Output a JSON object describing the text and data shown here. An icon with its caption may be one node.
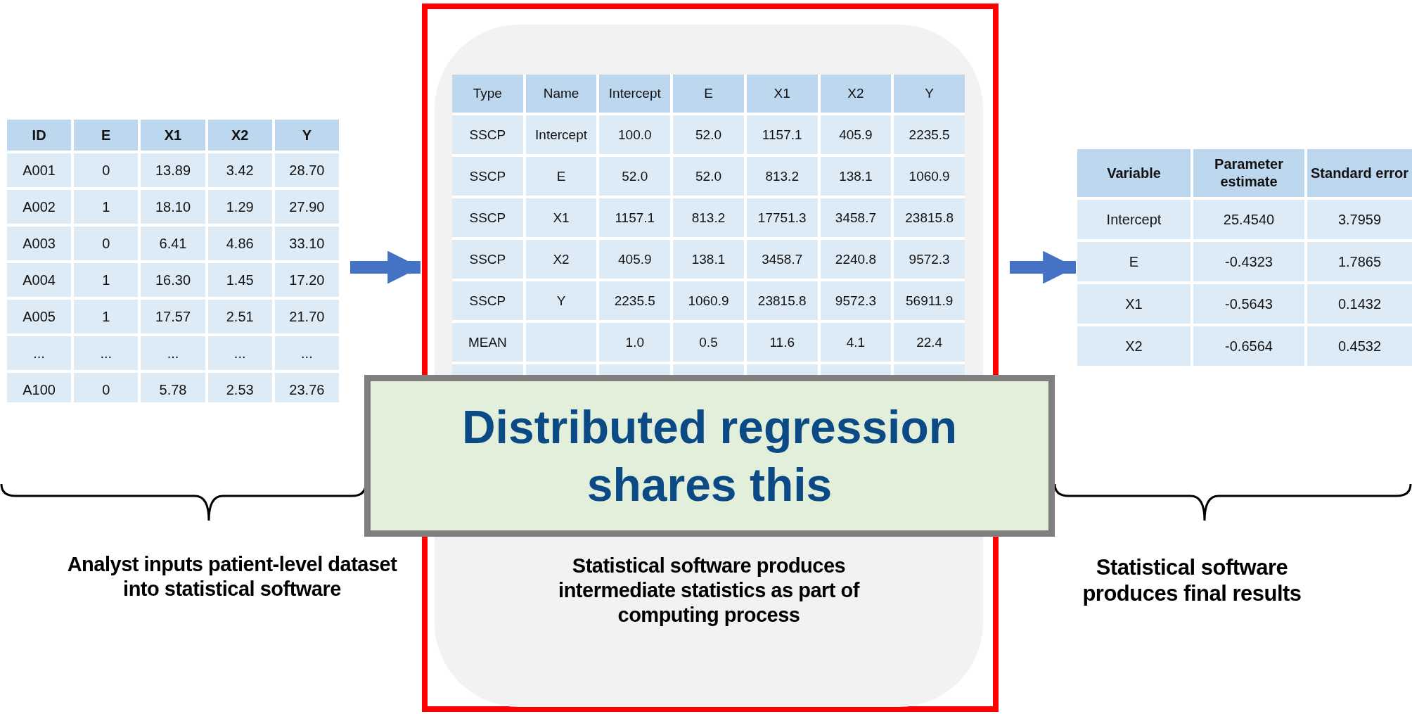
{
  "diagram": {
    "nodes": [
      {
        "text": [],
        "shape": "box"
      },
      {
        "text": [],
        "shape": "box"
      },
      {
        "text": [
          "Statistical software produces intermediate statistics as part of computing process"
        ],
        "in": 1
      },
      {
        "text": [],
        "shape": "box",
        "in": 2
      },
      {
        "text": [
          "Distributed regression shares this"
        ]
      },
      {
        "text": [],
        "shape": "box"
      }
    ],
    "edges": [
      {
        "from": 0,
        "to": 1,
        "arrow": "to"
      },
      {
        "from": 1,
        "to": 5,
        "arrow": "to"
      }
    ],
    "labels": [
      "ID",
      "E",
      "X1",
      "X2",
      "Y",
      "A001",
      "0",
      "13.89",
      "3.42",
      "28.70",
      "A002",
      "1",
      "18.10",
      "1.29",
      "27.90",
      "A003",
      "0",
      "6.41",
      "4.86",
      "33.10",
      "A004",
      "1",
      "16.30",
      "1.45",
      "17.20",
      "A005",
      "1",
      "17.57",
      "2.51",
      "21.70",
      "...",
      "...",
      "...",
      "...",
      "...",
      "A100",
      "0",
      "5.78",
      "2.53",
      "23.76",
      "Type",
      "Name",
      "Intercept",
      "E",
      "X1",
      "X2",
      "Y",
      "SSCP",
      "Intercept",
      "100.0",
      "52.0",
      "1157.1",
      "405.9",
      "2235.5",
      "SSCP",
      "E",
      "52.0",
      "52.0",
      "813.2",
      "138.1",
      "1060.9",
      "SSCP",
      "X1",
      "1157.1",
      "813.2",
      "17751.3",
      "3458.7",
      "23815.8",
      "SSCP",
      "X2",
      "405.9",
      "138.1",
      "3458.7",
      "2240.8",
      "9572.3",
      "SSCP",
      "Y",
      "2235.5",
      "1060.9",
      "23815.8",
      "9572.3",
      "56911.9",
      "MEAN",
      "1.0",
      "0.5",
      "11.6",
      "4.1",
      "22.4",
      "Variable",
      "Parameter estimate",
      "Standard error",
      "Intercept",
      "25.4540",
      "3.7959",
      "E",
      "-0.4323",
      "1.7865",
      "X1",
      "-0.5643",
      "0.1432",
      "X2",
      "-0.6564",
      "0.4532",
      "Analyst inputs patient-level dataset into statistical software",
      "Statistical software produces final results"
    ]
  }
}
